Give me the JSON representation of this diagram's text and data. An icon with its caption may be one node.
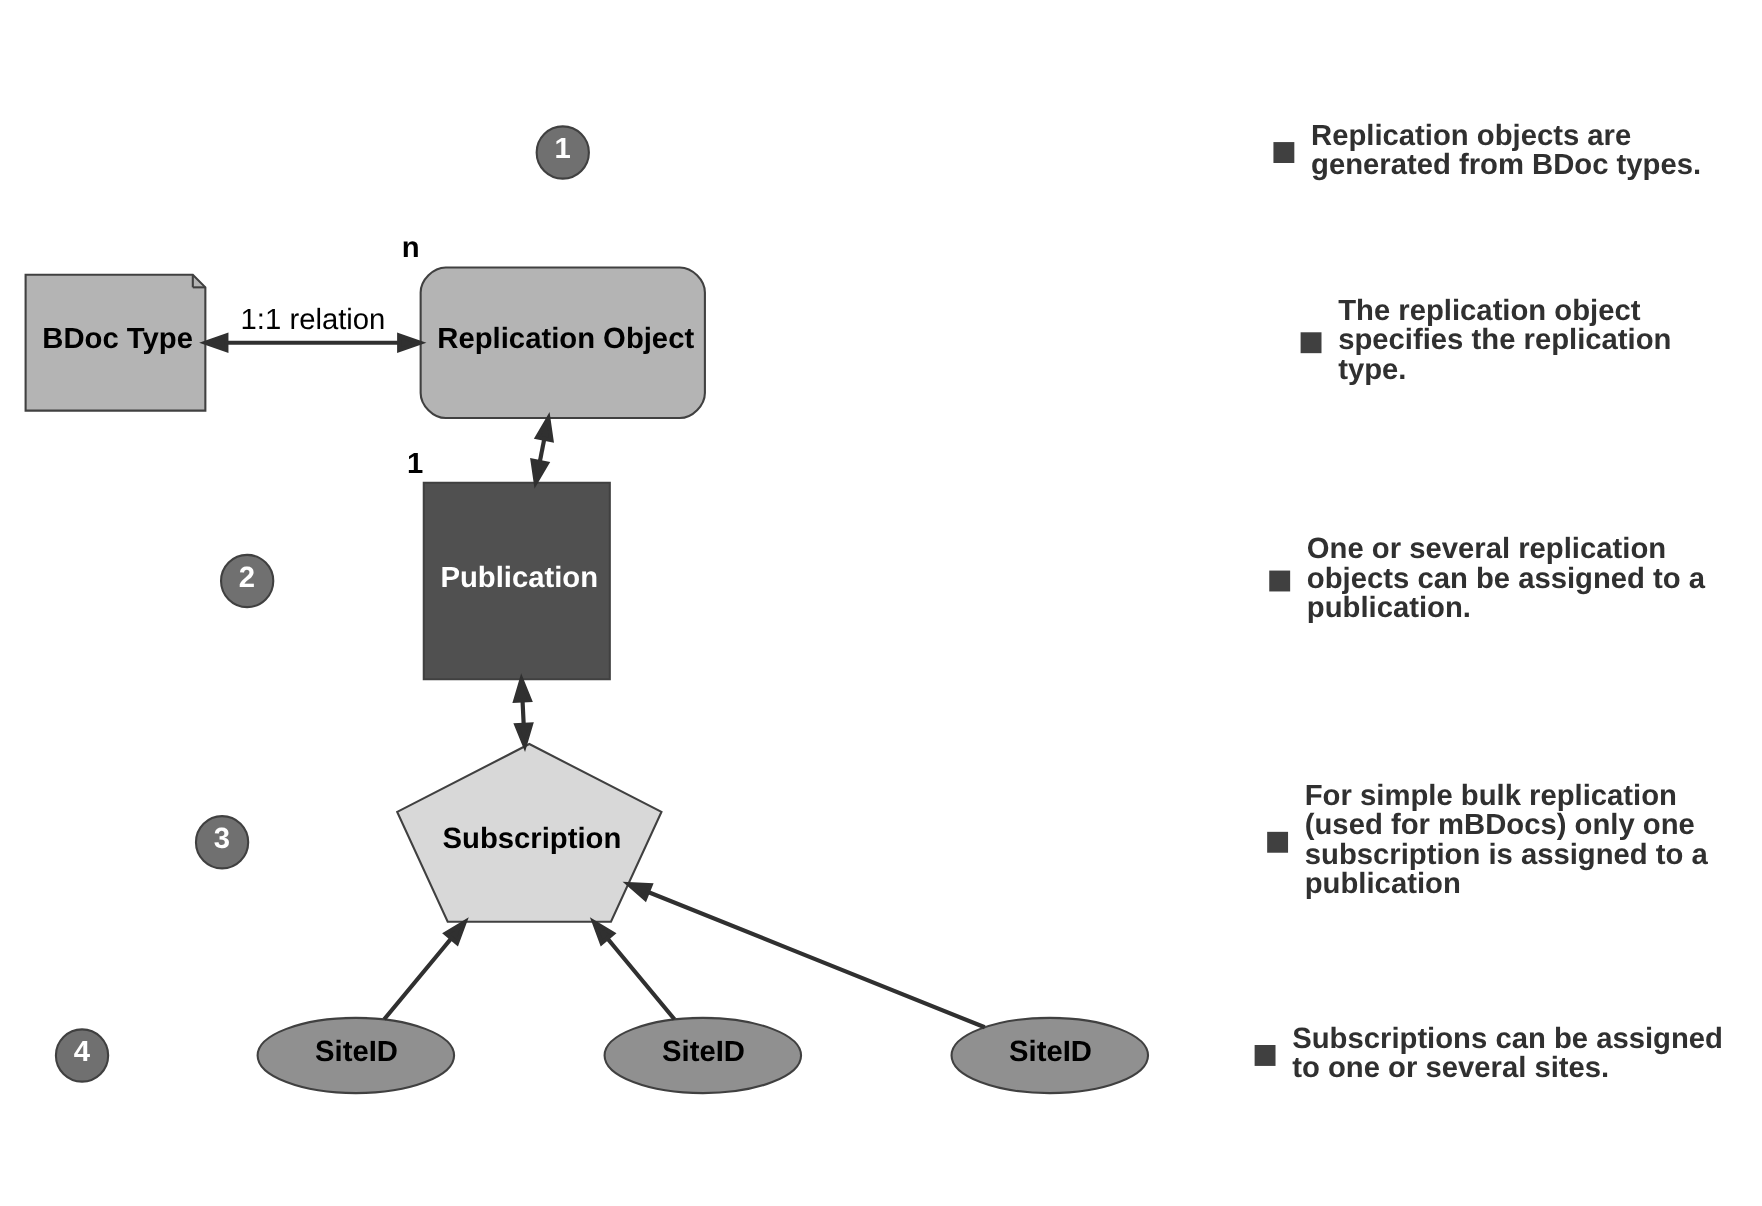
{
  "diagram": {
    "nodes": [
      {
        "text": [
          "1"
        ]
      },
      {
        "text": [
          "BDoc Type"
        ]
      },
      {
        "text": [
          "Replication Object"
        ],
        "beside": [
          "n"
        ]
      },
      {
        "text": [
          "2"
        ]
      },
      {
        "text": [
          "Publication"
        ],
        "beside": [
          "1"
        ]
      },
      {
        "text": [
          "3"
        ]
      },
      {
        "text": [
          "Subscription"
        ]
      },
      {
        "text": [
          "4"
        ]
      },
      {
        "text": [
          "SiteID"
        ]
      },
      {
        "text": [
          "SiteID"
        ]
      },
      {
        "text": [
          "SiteID"
        ]
      }
    ],
    "edges": [
      {
        "from": 1,
        "to": 2,
        "arrow": "both",
        "label": "1:1 relation"
      },
      {
        "from": 2,
        "to": 4,
        "arrow": "both"
      },
      {
        "from": 4,
        "to": 6,
        "arrow": "both"
      },
      {
        "from": 8,
        "to": 6,
        "arrow": "to"
      },
      {
        "from": 9,
        "to": 6,
        "arrow": "to"
      },
      {
        "from": 10,
        "to": 6,
        "arrow": "to"
      }
    ],
    "labels": [
      "Replication objects are generated from BDoc types.",
      "The replication object specifies the replication type.",
      "One or several replication objects can be assigned to a publication.",
      "For simple bulk replication (used for mBDocs) only one subscription is assigned to a publication",
      "Subscriptions can be assigned to one or several sites."
    ]
  }
}
